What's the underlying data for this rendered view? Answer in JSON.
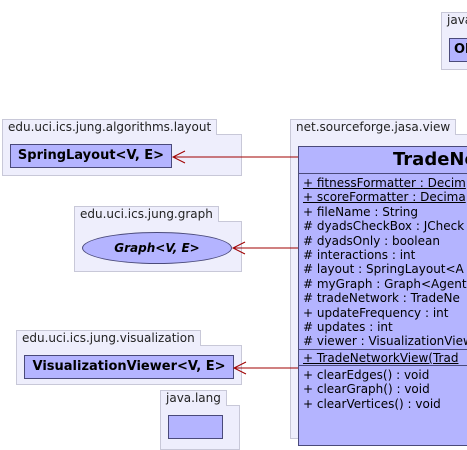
{
  "packages": {
    "top_right_tab": "java.",
    "top_right_class": "Ol",
    "layout_pkg": "edu.uci.ics.jung.algorithms.layout",
    "layout_class": "SpringLayout<V, E>",
    "graph_pkg": "edu.uci.ics.jung.graph",
    "graph_interface": "Graph<V, E>",
    "vis_pkg": "edu.uci.ics.jung.visualization",
    "vis_class": "VisualizationViewer<V, E>",
    "jasa_pkg": "net.sourceforge.jasa.view",
    "lang_pkg": "java.lang"
  },
  "main_class": {
    "title": "TradeNe",
    "attributes": [
      "+ fitnessFormatter : Decim",
      "+ scoreFormatter : Decima",
      "+ fileName : String",
      "# dyadsCheckBox : JCheck",
      "# dyadsOnly : boolean",
      "# interactions : int",
      "# layout : SpringLayout<A",
      "# myGraph : Graph<Agent",
      "# tradeNetwork : TradeNe",
      "+ updateFrequency : int",
      "# updates : int",
      "# viewer : VisualizationView"
    ],
    "constructor": "+ TradeNetworkView(Trad",
    "methods": [
      "+ clearEdges() : void",
      "+ clearGraph() : void",
      "+ clearVertices() : void"
    ]
  },
  "colors": {
    "class_fill": "#b4b4ff",
    "package_fill": "#eeeefc",
    "border": "#4a4a7a"
  }
}
